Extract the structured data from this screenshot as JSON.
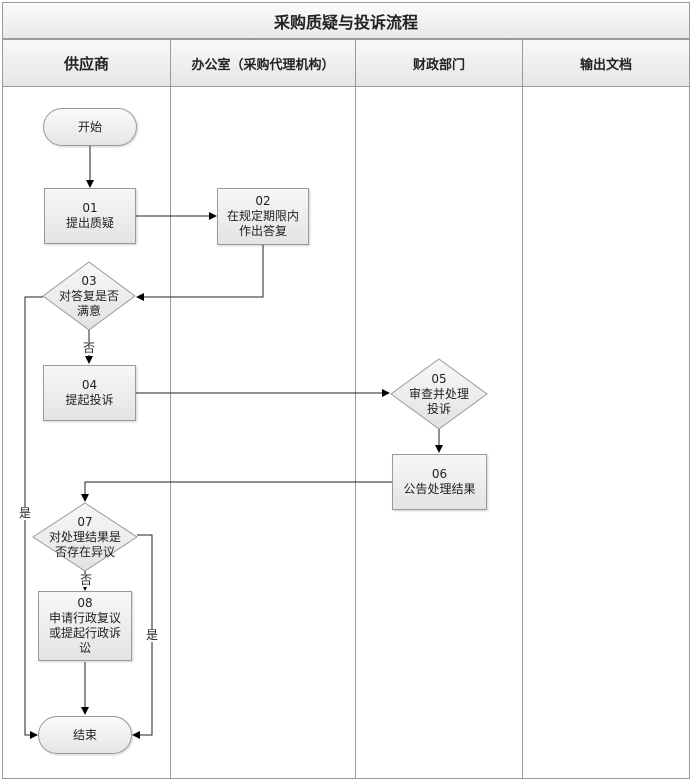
{
  "title": "采购质疑与投诉流程",
  "lanes": [
    "供应商",
    "办公室（采购代理机构）",
    "财政部门",
    "输出文档"
  ],
  "nodes": {
    "start": "开始",
    "n01": {
      "num": "01",
      "text": "提出质疑"
    },
    "n02": {
      "num": "02",
      "line1": "在规定期限内",
      "line2": "作出答复"
    },
    "n03": {
      "num": "03",
      "line1": "对答复是否",
      "line2": "满意"
    },
    "n04": {
      "num": "04",
      "text": "提起投诉"
    },
    "n05": {
      "num": "05",
      "line1": "审查并处理",
      "line2": "投诉"
    },
    "n06": {
      "num": "06",
      "text": "公告处理结果"
    },
    "n07": {
      "num": "07",
      "line1": "对处理结果是",
      "line2": "否存在异议"
    },
    "n08": {
      "num": "08",
      "line1": "申请行政复议",
      "line2": "或提起行政诉",
      "line3": "讼"
    },
    "end": "结束"
  },
  "edge_labels": {
    "n03_no": "否",
    "n03_yes": "是",
    "n07_no": "否",
    "n07_yes": "是"
  }
}
